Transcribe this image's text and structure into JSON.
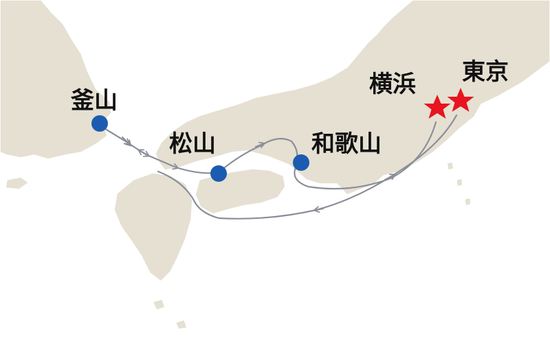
{
  "map": {
    "colors": {
      "sea": "#ffffff",
      "land": "#e5e0d2",
      "coast": "#ffffff",
      "route": "#8a8f98",
      "port": "#1b5cb0",
      "home_port": "#e8141f"
    },
    "ports": [
      {
        "id": "busan",
        "label": "釜山",
        "marker": "circle"
      },
      {
        "id": "matsuyama",
        "label": "松山",
        "marker": "circle"
      },
      {
        "id": "wakayama",
        "label": "和歌山",
        "marker": "circle"
      },
      {
        "id": "yokohama",
        "label": "横浜",
        "marker": "star"
      },
      {
        "id": "tokyo",
        "label": "東京",
        "marker": "star"
      }
    ]
  }
}
